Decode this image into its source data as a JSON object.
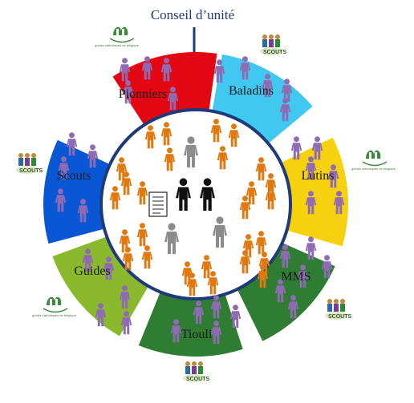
{
  "title": "Conseil d’unité",
  "sectors": [
    {
      "key": "pionniers",
      "label": "Pionniers",
      "color": "#e30613"
    },
    {
      "key": "baladins",
      "label": "Baladins",
      "color": "#41c8f0"
    },
    {
      "key": "lutins",
      "label": "Lutins",
      "color": "#f6d10d"
    },
    {
      "key": "mms",
      "label": "MMS",
      "color": "#2e7d32"
    },
    {
      "key": "tiouli",
      "label": "Tiouli",
      "color": "#2e7d32"
    },
    {
      "key": "guides",
      "label": "Guides",
      "color": "#8ab92d"
    },
    {
      "key": "scouts",
      "label": "Scouts",
      "color": "#0a57d6"
    }
  ],
  "logos": {
    "guides_text": "guides catholiques de belgique",
    "scouts_text": "SCOUTS"
  },
  "colors": {
    "ring": "#1f3a7a",
    "arrow": "#1f3a7a",
    "purple_figure": "#8f6bb3",
    "orange_figure": "#e07a10",
    "grey_figure": "#8c8c8c",
    "black_figure": "#111111"
  }
}
